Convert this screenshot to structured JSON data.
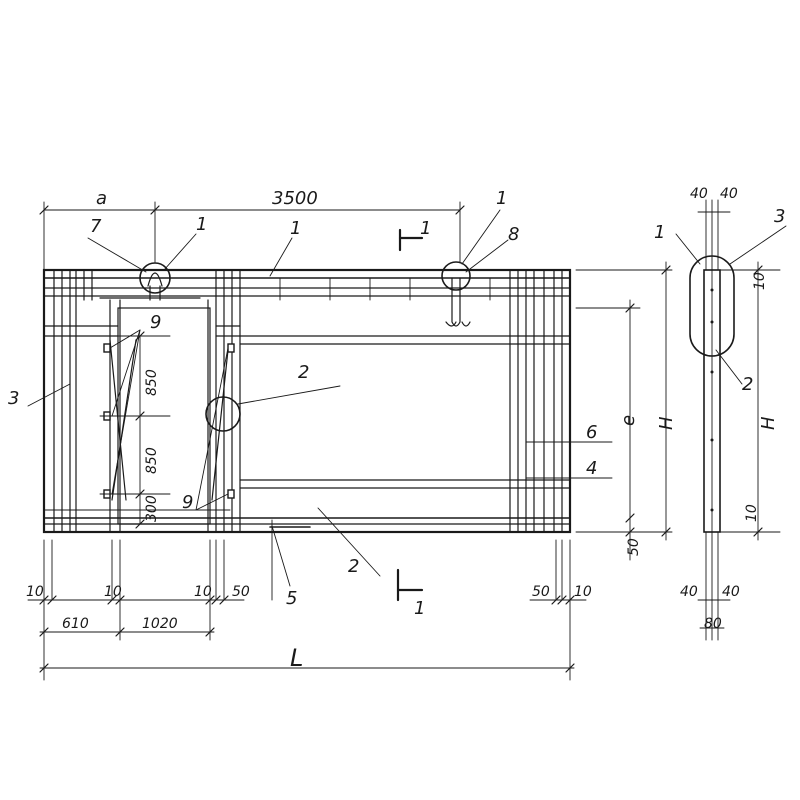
{
  "dimensions": {
    "a": "a",
    "span_3500": "3500",
    "h_850_upper": "850",
    "h_850_lower": "850",
    "h_300": "300",
    "e": "e",
    "H_main": "H",
    "H_side": "H",
    "bottom_50": "50",
    "left_10": "10",
    "left_10b": "10",
    "mid_10": "10",
    "mid_50": "50",
    "right_50": "50",
    "right_10": "10",
    "w_610": "610",
    "w_1020": "1020",
    "L": "L",
    "side_top_40a": "40",
    "side_top_40b": "40",
    "side_bot_40a": "40",
    "side_bot_40b": "40",
    "side_80": "80",
    "side_10_top": "10",
    "side_10_bot": "10"
  },
  "callouts": {
    "c7": "7",
    "c1_left": "1",
    "c1_top": "1",
    "c1_section": "1",
    "c1_right": "1",
    "c8": "8",
    "c9_top": "9",
    "c9_bottom": "9",
    "c3_left": "3",
    "c2_mid": "2",
    "c6": "6",
    "c4": "4",
    "c2_bottom": "2",
    "c5": "5",
    "c1_section_bottom": "1",
    "side_1": "1",
    "side_3": "3",
    "side_2": "2"
  }
}
